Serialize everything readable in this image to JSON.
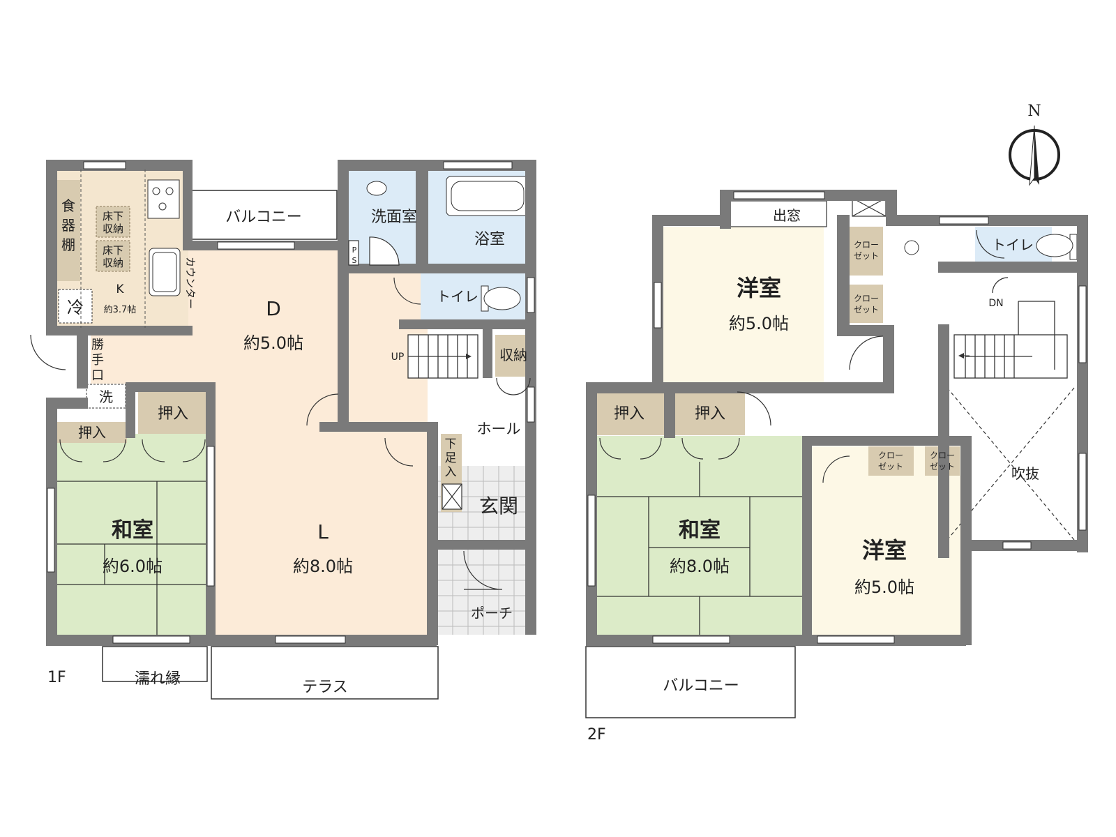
{
  "colors": {
    "wall": "#7a7a7a",
    "ldk": "#fcebd8",
    "kitchen": "#f4e6cf",
    "washitsu": "#dcebc8",
    "youshitsu": "#fdf8e6",
    "water": "#dcebf7",
    "storage": "#d8cbb0",
    "storage_border": "#8c7b5c",
    "tile": "#eeeeee",
    "accent_text": "#222222"
  },
  "floor1": {
    "label": "1F",
    "rooms": {
      "balcony": "バルコニー",
      "senmen": "洗面室",
      "bath": "浴室",
      "ps": "P\nS",
      "toilet": "トイレ",
      "d_label": "D",
      "d_size": "約5.0帖",
      "l_label": "L",
      "l_size": "約8.0帖",
      "k_label": "K",
      "k_size": "約3.7帖",
      "shokkidana": "食\n器\n棚",
      "yukashita1": "床下\n収納",
      "yukashita2": "床下\n収納",
      "rei": "冷",
      "counter": "カウンター",
      "katteguchi": "勝\n手\n口",
      "sen": "洗",
      "oshiire1": "押入",
      "oshiire2": "押入",
      "washitsu_label": "和室",
      "washitsu_size": "約6.0帖",
      "up": "UP",
      "shuno": "収納",
      "hall": "ホール",
      "getabako": "下\n足\n入",
      "genkan": "玄関",
      "porch": "ポーチ",
      "nureen": "濡れ縁",
      "terrace": "テラス"
    }
  },
  "floor2": {
    "label": "2F",
    "rooms": {
      "demado": "出窓",
      "youshitsu1_label": "洋室",
      "youshitsu1_size": "約5.0帖",
      "closet1": "クロー\nゼット",
      "closet2": "クロー\nゼット",
      "toilet": "トイレ",
      "dn": "DN",
      "oshiire1": "押入",
      "oshiire2": "押入",
      "washitsu_label": "和室",
      "washitsu_size": "約8.0帖",
      "closet3": "クロー\nゼット",
      "closet4": "クロー\nゼット",
      "youshitsu2_label": "洋室",
      "youshitsu2_size": "約5.0帖",
      "fukinuke": "吹抜",
      "balcony": "バルコニー"
    }
  },
  "compass": {
    "north": "N"
  }
}
